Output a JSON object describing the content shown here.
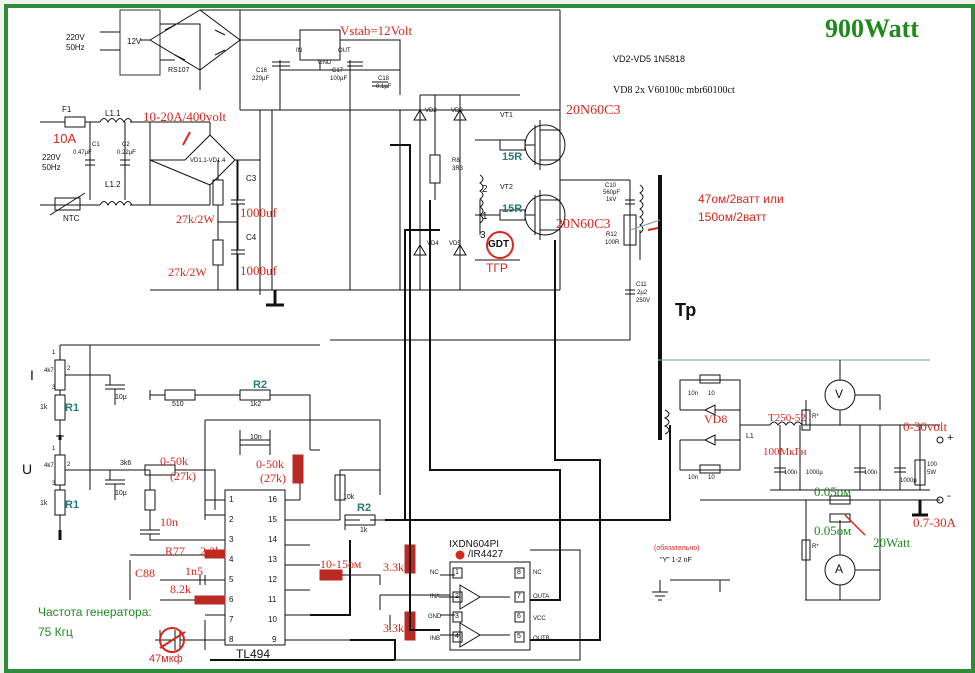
{
  "title": "900Watt",
  "notes": {
    "diodes_vd2_vd5": "VD2-VD5 1N5818",
    "diode_vd8": "VD8 2x V60100c mbr60100ct",
    "vstab": "Vstab=12Volt",
    "bridge_rating": "10-20A/400volt",
    "fuse_rating": "10A",
    "mosfet_top": "20N60C3",
    "mosfet_bottom": "20N60C3",
    "snubber_resistor": "47ом/2ватт или",
    "snubber_resistor_alt": "150ом/2ватт",
    "transformer": "Тр",
    "gdt": "GDT",
    "tgr": "ТГР",
    "c3": "1000uf",
    "c4": "1000uf",
    "r_27k_top": "27k/2W",
    "r_27k_bottom": "27k/2W",
    "choke": "T250-52",
    "choke_l": "100МкГн",
    "vd8": "VD8",
    "output_voltage": "0-30volt",
    "output_current": "0.7-30A",
    "shunt": "0.05ом",
    "shunt2": "0.05ом",
    "shunt_power": "20Watt",
    "osc_freq_label": "Частота генератора:",
    "osc_freq": "75 Кгц",
    "timing_cap": "47мкф",
    "driver_ic": "IXDN604PI",
    "driver_ic_alt": "/IR4427",
    "pwm_ic": "TL494",
    "r_10_15": "10-15ом",
    "r_33k_a": "3.3k",
    "r_33k_b": "3.3k",
    "r77": "R77",
    "c88": "C88",
    "r_22k": "2.2k",
    "c_1n5": "1n5",
    "r_82k": "8.2k",
    "r_050k_a": "0-50k",
    "r_27k_a": "(27k)",
    "r_050k_b": "0-50k",
    "r_27k_b": "(27k)",
    "c_10n_red": "10n",
    "mandatory": "(обязательно)",
    "y_cap": "\"Y\" 1-2 nF",
    "voltage_mains_a": "220V",
    "freq_mains_a": "50Hz",
    "voltage_mains_b": "220V",
    "freq_mains_b": "50Hz",
    "small_labels": {
      "v12": "12V",
      "rs107": "RS107",
      "in": "IN",
      "out": "OUT",
      "gnd": "GND",
      "c16": "C16",
      "c16v": "220µF",
      "c17": "C17",
      "c17v": "100µF",
      "c18": "C18",
      "c18v": "0.1µF",
      "f1": "F1",
      "l11": "L1.1",
      "l12": "L1.2",
      "c1": "C1",
      "c1v": "0.47µF",
      "c2": "C2",
      "c2v": "0.22µF",
      "vd": "VD1.1-VD1.4",
      "ntc": "NTC",
      "c3": "C3",
      "c4": "C4",
      "vd2": "VD2",
      "vd3": "VD3",
      "vd4": "VD4",
      "vd5": "VD5",
      "r8": "R8",
      "r8v": "3R3",
      "vt1": "VT1",
      "vt2": "VT2",
      "r15a": "15R",
      "r15b": "15R",
      "c10": "C10",
      "c10v": "560pF",
      "c10kv": "1kV",
      "r12": "R12",
      "r12v": "100R",
      "c11": "C11",
      "c11v": "2µ2",
      "c11kv": "250V",
      "w1": "1",
      "w2": "2",
      "w3": "3",
      "i": "I",
      "u": "U",
      "r1a": "R1",
      "r1b": "R1",
      "r2a": "R2",
      "r2b": "R2",
      "k4_7a": "4k7",
      "k4_7b": "4k7",
      "k1a": "1k",
      "k1b": "1k",
      "c10u_a": "10µ",
      "c10u_b": "10µ",
      "r510": "510",
      "r1k2": "1k2",
      "r3k6": "3k6",
      "c10n": "10n",
      "r10k": "10k",
      "r1k": "1k",
      "nc1": "NC",
      "nc2": "NC",
      "ina": "INA",
      "inb": "INB",
      "gnd2": "GND",
      "outa": "OUTA",
      "outb": "OUTB",
      "vcc": "VCC",
      "l1": "L1",
      "c100n_a": "100n",
      "c100n_b": "100n",
      "c1000u": "1000µ",
      "c1000u_b": "1000µ",
      "r100": "100",
      "r5w": "5W",
      "rstar_a": "R*",
      "rstar_b": "R*",
      "c10n_a": "10n",
      "c10n_b": "10n",
      "r10a": "10",
      "r10b": "10",
      "plus": "+",
      "minus": "-",
      "v": "V",
      "a": "A",
      "p1": "1",
      "p2": "2",
      "p3": "3",
      "p4": "4",
      "p5": "5",
      "p6": "6",
      "p7": "7",
      "p8": "8",
      "p9": "9",
      "p10": "10",
      "p11": "11",
      "p12": "12",
      "p13": "13",
      "p14": "14",
      "p15": "15",
      "p16": "16",
      "d1": "1",
      "d2": "2",
      "d3": "3",
      "d4": "4",
      "d5": "5",
      "d6": "6",
      "d7": "7",
      "d8": "8",
      "pot_i1": "1",
      "pot_i2": "2",
      "pot_i3": "3",
      "pot_u1": "1",
      "pot_u2": "2",
      "pot_u3": "3"
    }
  }
}
